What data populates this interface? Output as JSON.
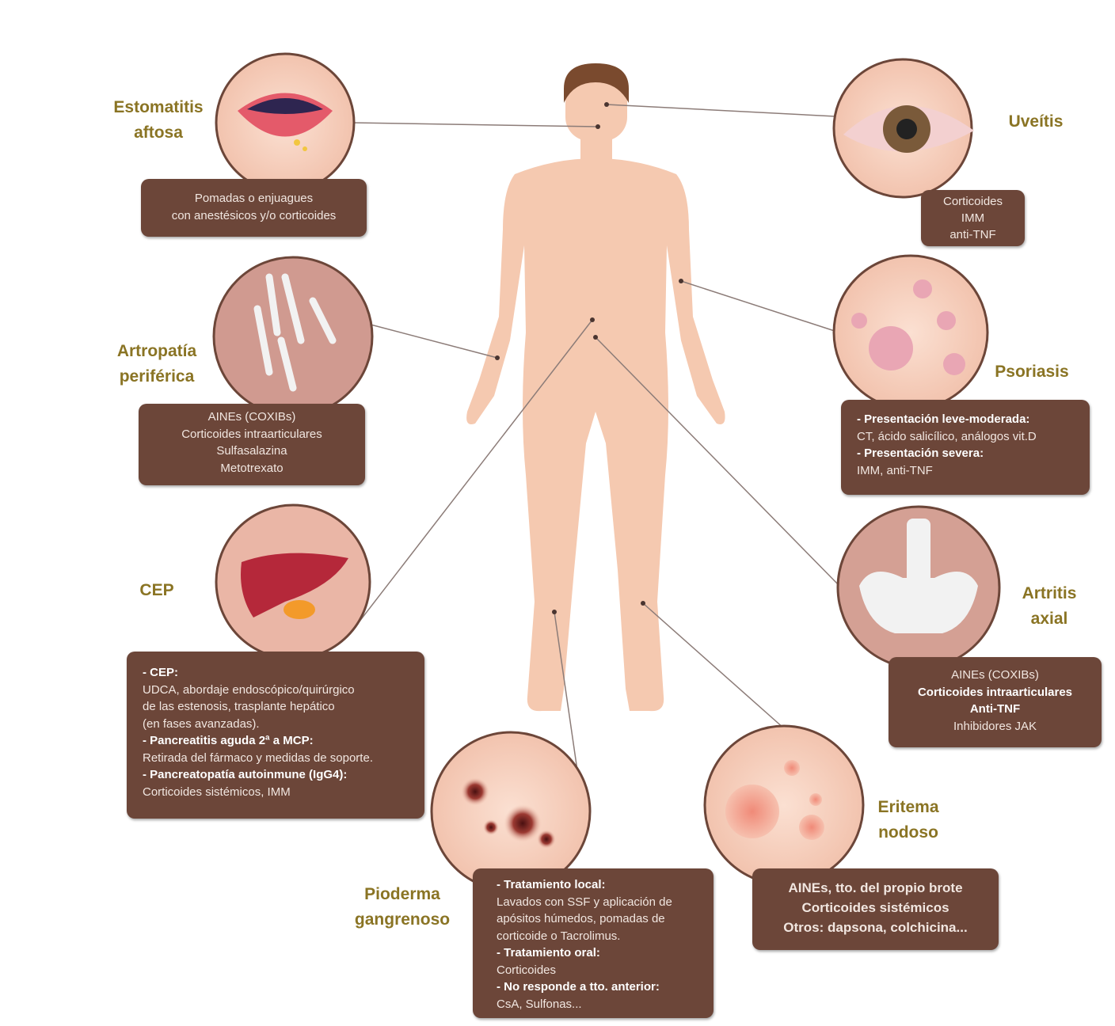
{
  "conditions": {
    "estomatitis": {
      "label_1": "Estomatitis",
      "label_2": "aftosa",
      "lines": [
        "Pomadas o enjuagues",
        "con anestésicos y/o corticoides"
      ]
    },
    "uveitis": {
      "label_1": "Uveítis",
      "lines": [
        "Corticoides",
        "IMM",
        "anti-TNF"
      ]
    },
    "artropatia": {
      "label_1": "Artropatía",
      "label_2": "periférica",
      "lines": [
        "AINEs (COXIBs)",
        "Corticoides intraarticulares",
        "Sulfasalazina",
        "Metotrexato"
      ]
    },
    "psoriasis": {
      "label_1": "Psoriasis",
      "h1": "- Presentación leve-moderada:",
      "t1": "CT, ácido salicílico, análogos vit.D",
      "h2": "- Presentación severa:",
      "t2": "IMM, anti-TNF"
    },
    "cep": {
      "label_1": "CEP",
      "h1": "- CEP:",
      "t1a": "UDCA, abordaje endoscópico/quirúrgico",
      "t1b": "de las estenosis, trasplante hepático",
      "t1c": "(en fases avanzadas).",
      "h2": "- Pancreatitis aguda 2ª a MCP:",
      "t2": "Retirada del fármaco y medidas de soporte.",
      "h3": "- Pancreatopatía autoinmune (IgG4):",
      "t3": "Corticoides sistémicos, IMM"
    },
    "artritis_axial": {
      "label_1": "Artritis",
      "label_2": "axial",
      "lines": [
        "AINEs (COXIBs)",
        "Corticoides intraarticulares",
        "Anti-TNF",
        "Inhibidores JAK"
      ]
    },
    "pioderma": {
      "label_1": "Pioderma",
      "label_2": "gangrenoso",
      "h1": "- Tratamiento local:",
      "t1a": "Lavados con SSF y aplicación de",
      "t1b": "apósitos húmedos, pomadas de",
      "t1c": "corticoide o Tacrolimus.",
      "h2": "- Tratamiento oral:",
      "t2": "Corticoides",
      "h3": "- No responde a tto. anterior:",
      "t3": "CsA, Sulfonas..."
    },
    "eritema": {
      "label_1": "Eritema",
      "label_2": "nodoso",
      "lines": [
        "AINEs, tto. del propio brote",
        "Corticoides sistémicos",
        "Otros: dapsona, colchicina..."
      ]
    }
  },
  "colors": {
    "label": "#8a7424",
    "box": "#6c4639",
    "skin": "#f5c9b0",
    "hair": "#7a4a2e",
    "circle_border": "#6c4639"
  }
}
